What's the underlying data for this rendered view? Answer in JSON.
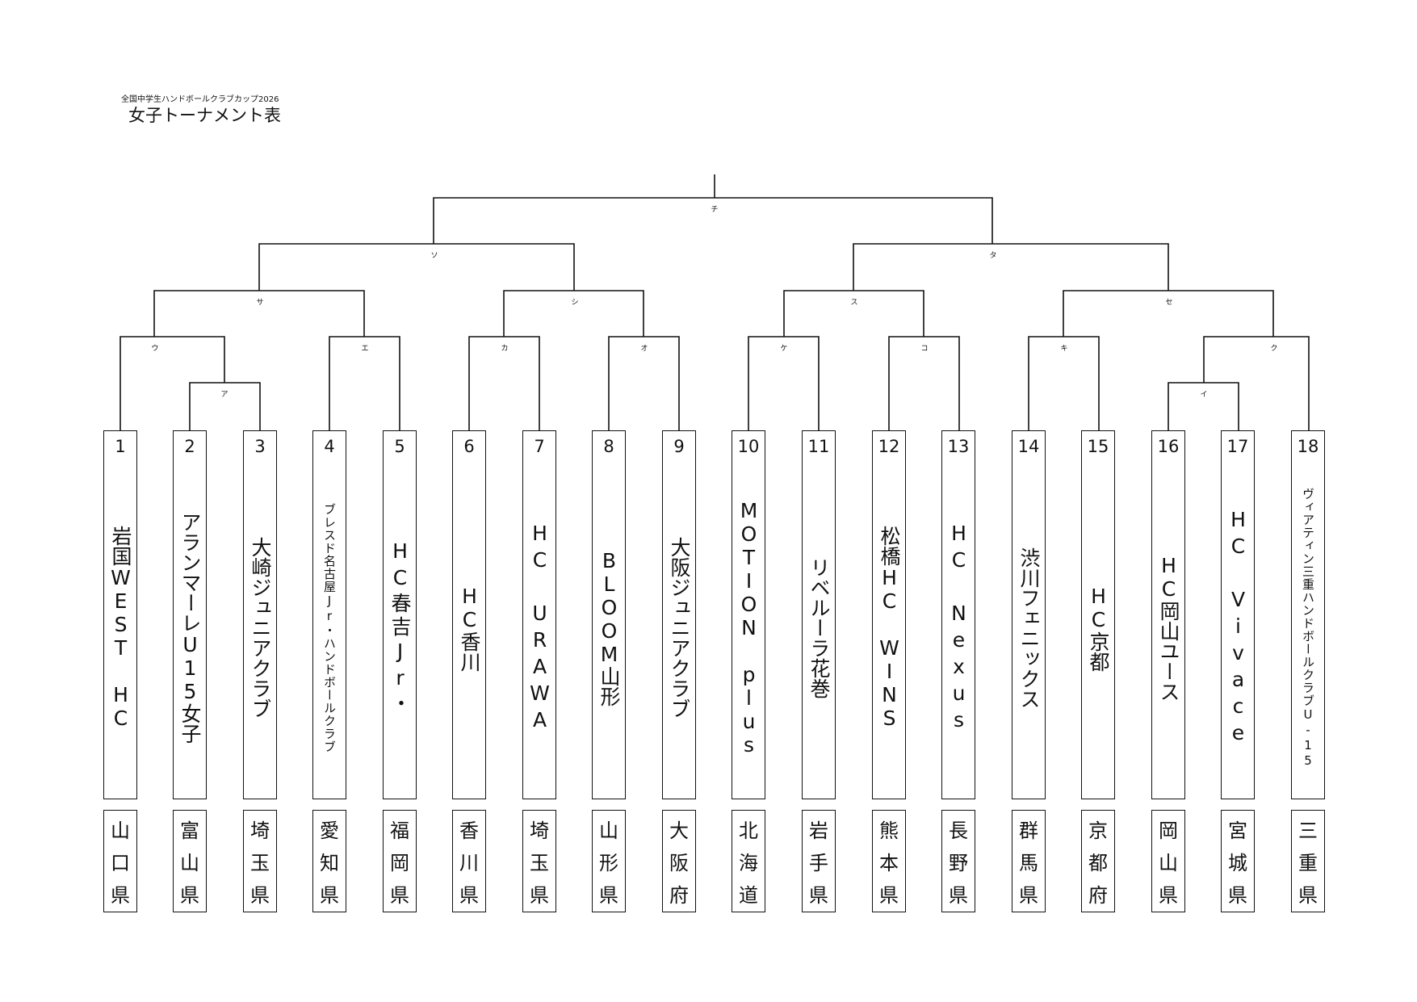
{
  "header": {
    "subtitle": "全国中学生ハンドボールクラブカップ2026",
    "title": "女子トーナメント表"
  },
  "match_labels": {
    "a": "ア",
    "i": "イ",
    "u": "ウ",
    "e": "エ",
    "o": "オ",
    "ka": "カ",
    "ki": "キ",
    "ku": "ク",
    "ke": "ケ",
    "ko": "コ",
    "sa": "サ",
    "shi": "シ",
    "su": "ス",
    "se": "セ",
    "so": "ソ",
    "ta": "タ",
    "chi": "チ"
  },
  "teams": [
    {
      "num": "1",
      "name": "岩国WEST HC",
      "pref": [
        "山",
        "口",
        "県"
      ]
    },
    {
      "num": "2",
      "name": "アランマーレU15女子",
      "pref": [
        "富",
        "山",
        "県"
      ]
    },
    {
      "num": "3",
      "name": "大崎ジュニアクラブ",
      "pref": [
        "埼",
        "玉",
        "県"
      ]
    },
    {
      "num": "4",
      "name": "ブレスド名古屋Jr・ハンドボールクラブ",
      "pref": [
        "愛",
        "知",
        "県"
      ]
    },
    {
      "num": "5",
      "name": "HC春吉Jr・",
      "pref": [
        "福",
        "岡",
        "県"
      ]
    },
    {
      "num": "6",
      "name": "HC香川",
      "pref": [
        "香",
        "川",
        "県"
      ]
    },
    {
      "num": "7",
      "name": "HC URAWA",
      "pref": [
        "埼",
        "玉",
        "県"
      ]
    },
    {
      "num": "8",
      "name": "BLOOM山形",
      "pref": [
        "山",
        "形",
        "県"
      ]
    },
    {
      "num": "9",
      "name": "大阪ジュニアクラブ",
      "pref": [
        "大",
        "阪",
        "府"
      ]
    },
    {
      "num": "10",
      "name": "MOTION plus",
      "pref": [
        "北",
        "海",
        "道"
      ]
    },
    {
      "num": "11",
      "name": "リベルーラ花巻",
      "pref": [
        "岩",
        "手",
        "県"
      ]
    },
    {
      "num": "12",
      "name": "松橋HC WINS",
      "pref": [
        "熊",
        "本",
        "県"
      ]
    },
    {
      "num": "13",
      "name": "HC Nexus",
      "pref": [
        "長",
        "野",
        "県"
      ]
    },
    {
      "num": "14",
      "name": "渋川フェニックス",
      "pref": [
        "群",
        "馬",
        "県"
      ]
    },
    {
      "num": "15",
      "name": "HC京都",
      "pref": [
        "京",
        "都",
        "府"
      ]
    },
    {
      "num": "16",
      "name": "HC岡山ユース",
      "pref": [
        "岡",
        "山",
        "県"
      ]
    },
    {
      "num": "17",
      "name": "HC Vivace",
      "pref": [
        "宮",
        "城",
        "県"
      ]
    },
    {
      "num": "18",
      "name": "ヴィアティン三重ハンドボールクラブU-15",
      "pref": [
        "三",
        "重",
        "県"
      ]
    }
  ]
}
